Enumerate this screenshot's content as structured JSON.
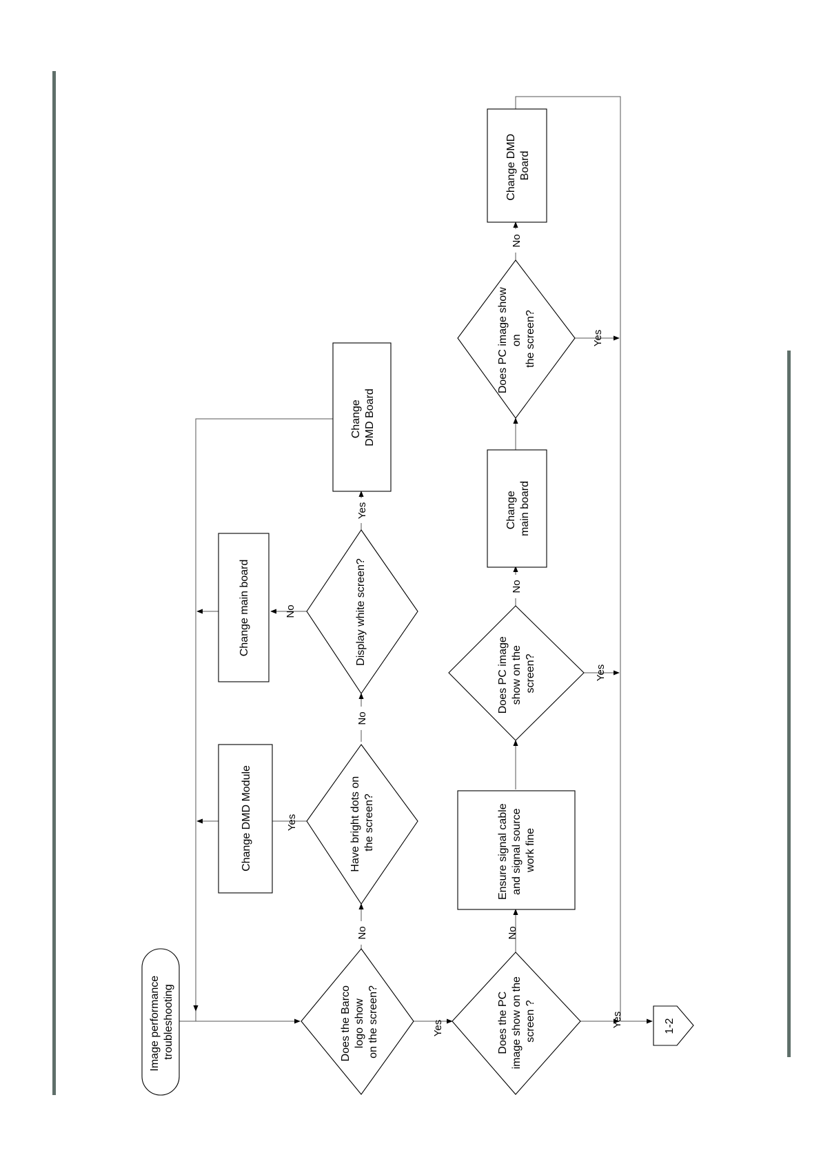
{
  "nodes": {
    "start": [
      "Image performance",
      "troubleshooting"
    ],
    "q_logo": [
      "Does the Barco",
      "logo show",
      "on the screen?"
    ],
    "q_dots": [
      "Have bright dots on",
      "the  screen?"
    ],
    "q_white": [
      "Display white screen?"
    ],
    "b_dmd_module": [
      "Change DMD Module"
    ],
    "b_main_top": [
      "Change main board"
    ],
    "b_dmd_top": [
      "Change",
      "DMD Board"
    ],
    "q_pc1": [
      "Does the PC",
      "image show on the",
      "screen ?"
    ],
    "b_ensure": [
      "Ensure signal cable",
      "and signal source",
      "work fine"
    ],
    "q_pc2": [
      "Does PC image",
      "show on the",
      "screen?"
    ],
    "b_main_bottom": [
      "Change",
      "main board"
    ],
    "q_pc3": [
      "Does PC image show",
      "on",
      "the screen?"
    ],
    "b_dmd_bottom": [
      "Change DMD",
      "Board"
    ],
    "connector": [
      "1-2"
    ]
  },
  "labels": {
    "logo_no": "No",
    "logo_yes": "Yes",
    "dots_yes": "Yes",
    "dots_no": "No",
    "white_no": "No",
    "white_yes": "Yes",
    "pc1_no": "No",
    "pc1_yes": "Yes",
    "pc2_no": "No",
    "pc2_yes": "Yes",
    "pc3_no": "No",
    "pc3_yes": "Yes"
  }
}
